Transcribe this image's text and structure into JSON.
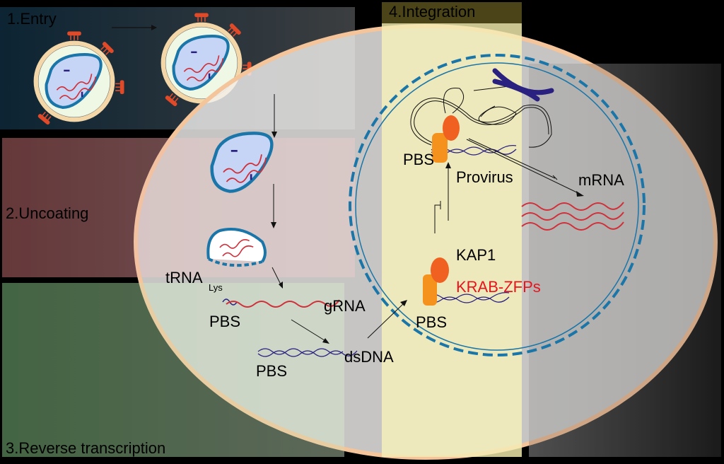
{
  "stages": {
    "entry": "1.Entry",
    "uncoating": "2.Uncoating",
    "reverse_transcription": "3.Reverse transcription",
    "integration": "4.Integration"
  },
  "labels": {
    "trna": "tRNA",
    "trna_sub": "Lys",
    "pbs": "PBS",
    "grna": "gRNA",
    "dsdna": "dsDNA",
    "kap1": "KAP1",
    "krab": "KRAB-ZFPs",
    "provirus": "Provirus",
    "mrna": "mRNA"
  },
  "colors": {
    "krab": "#e8141c",
    "rna": "#d0303a",
    "dna": "#2a2080",
    "nucleus": "#1a75a8",
    "membrane": "#f4c49b",
    "kap1": "#f06020",
    "zfp": "#f5921e"
  }
}
